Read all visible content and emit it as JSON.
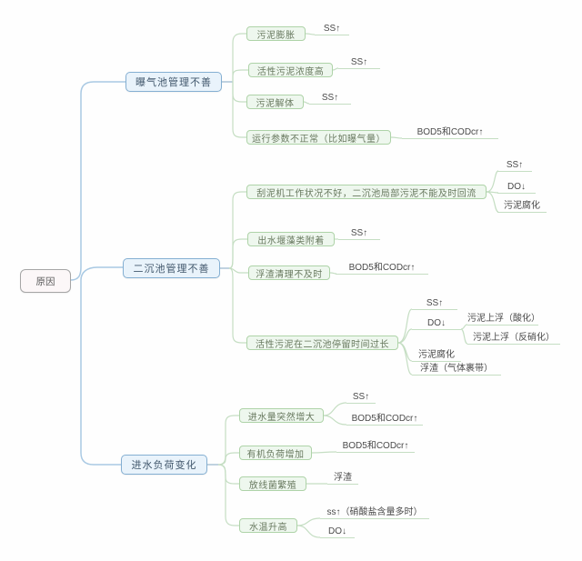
{
  "colors": {
    "root_fill": "#fcf7f8",
    "root_border": "#a6a6a6",
    "branch_fill": "#e9f3fb",
    "branch_border": "#84afd2",
    "topic_fill": "#eef7ee",
    "topic_border": "#aed3a8",
    "blue_line": "#a9c9e3",
    "green_line": "#c5dec3"
  },
  "root": {
    "label": "原因"
  },
  "branches": [
    {
      "label": "曝气池管理不善",
      "children": [
        {
          "label": "污泥膨胀",
          "leaves": [
            "SS↑"
          ]
        },
        {
          "label": "活性污泥浓度高",
          "leaves": [
            "SS↑"
          ]
        },
        {
          "label": "污泥解体",
          "leaves": [
            "SS↑"
          ]
        },
        {
          "label": "运行参数不正常（比如曝气量）",
          "leaves": [
            "BOD5和CODcr↑"
          ]
        }
      ]
    },
    {
      "label": "二沉池管理不善",
      "children": [
        {
          "label": "刮泥机工作状况不好，二沉池局部污泥不能及时回流",
          "leaves": [
            "SS↑",
            "DO↓",
            "污泥腐化"
          ]
        },
        {
          "label": "出水堰藻类附着",
          "leaves": [
            "SS↑"
          ]
        },
        {
          "label": "浮渣清理不及时",
          "leaves": [
            "BOD5和CODcr↑"
          ]
        },
        {
          "label": "活性污泥在二沉池停留时间过长",
          "leaves": [
            "SS↑",
            "DO↓",
            "污泥腐化",
            "浮渣（气体裹带）"
          ],
          "sub_leaves": [
            "污泥上浮（酸化）",
            "污泥上浮（反硝化）"
          ]
        }
      ]
    },
    {
      "label": "进水负荷变化",
      "children": [
        {
          "label": "进水量突然增大",
          "leaves": [
            "SS↑",
            "BOD5和CODcr↑"
          ]
        },
        {
          "label": "有机负荷增加",
          "leaves": [
            "BOD5和CODcr↑"
          ]
        },
        {
          "label": "放线菌繁殖",
          "leaves": [
            "浮渣"
          ]
        },
        {
          "label": "水温升高",
          "leaves": [
            "ss↑（硝酸盐含量多时）",
            "DO↓"
          ]
        }
      ]
    }
  ]
}
